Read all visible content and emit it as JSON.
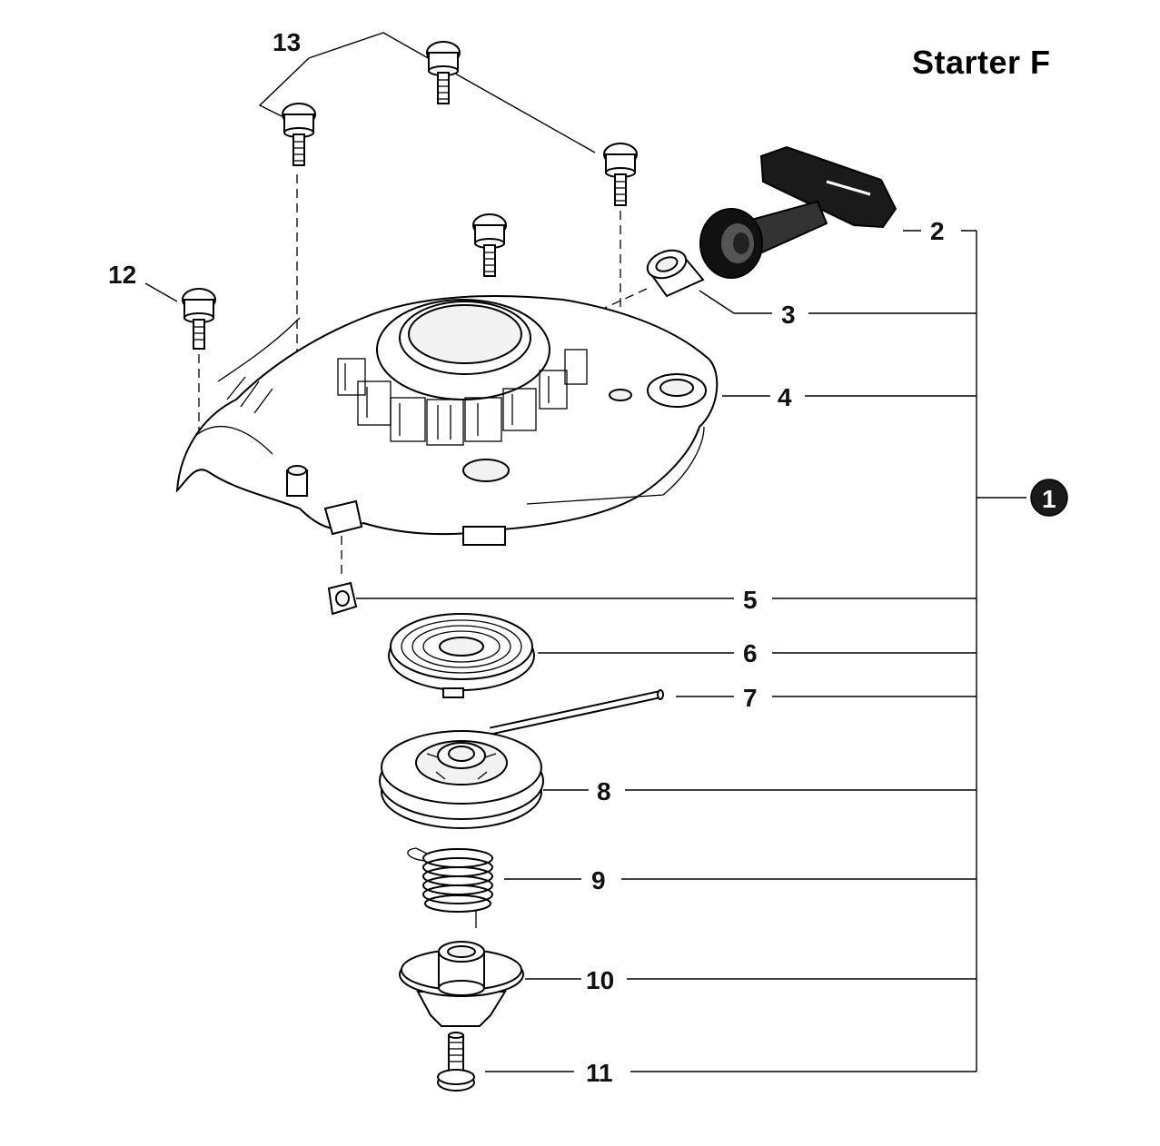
{
  "title": "Starter F",
  "assembly_callout": "1",
  "callouts": {
    "p2": "2",
    "p3": "3",
    "p4": "4",
    "p5": "5",
    "p6": "6",
    "p7": "7",
    "p8": "8",
    "p9": "9",
    "p10": "10",
    "p11": "11",
    "p12": "12",
    "p13": "13"
  }
}
